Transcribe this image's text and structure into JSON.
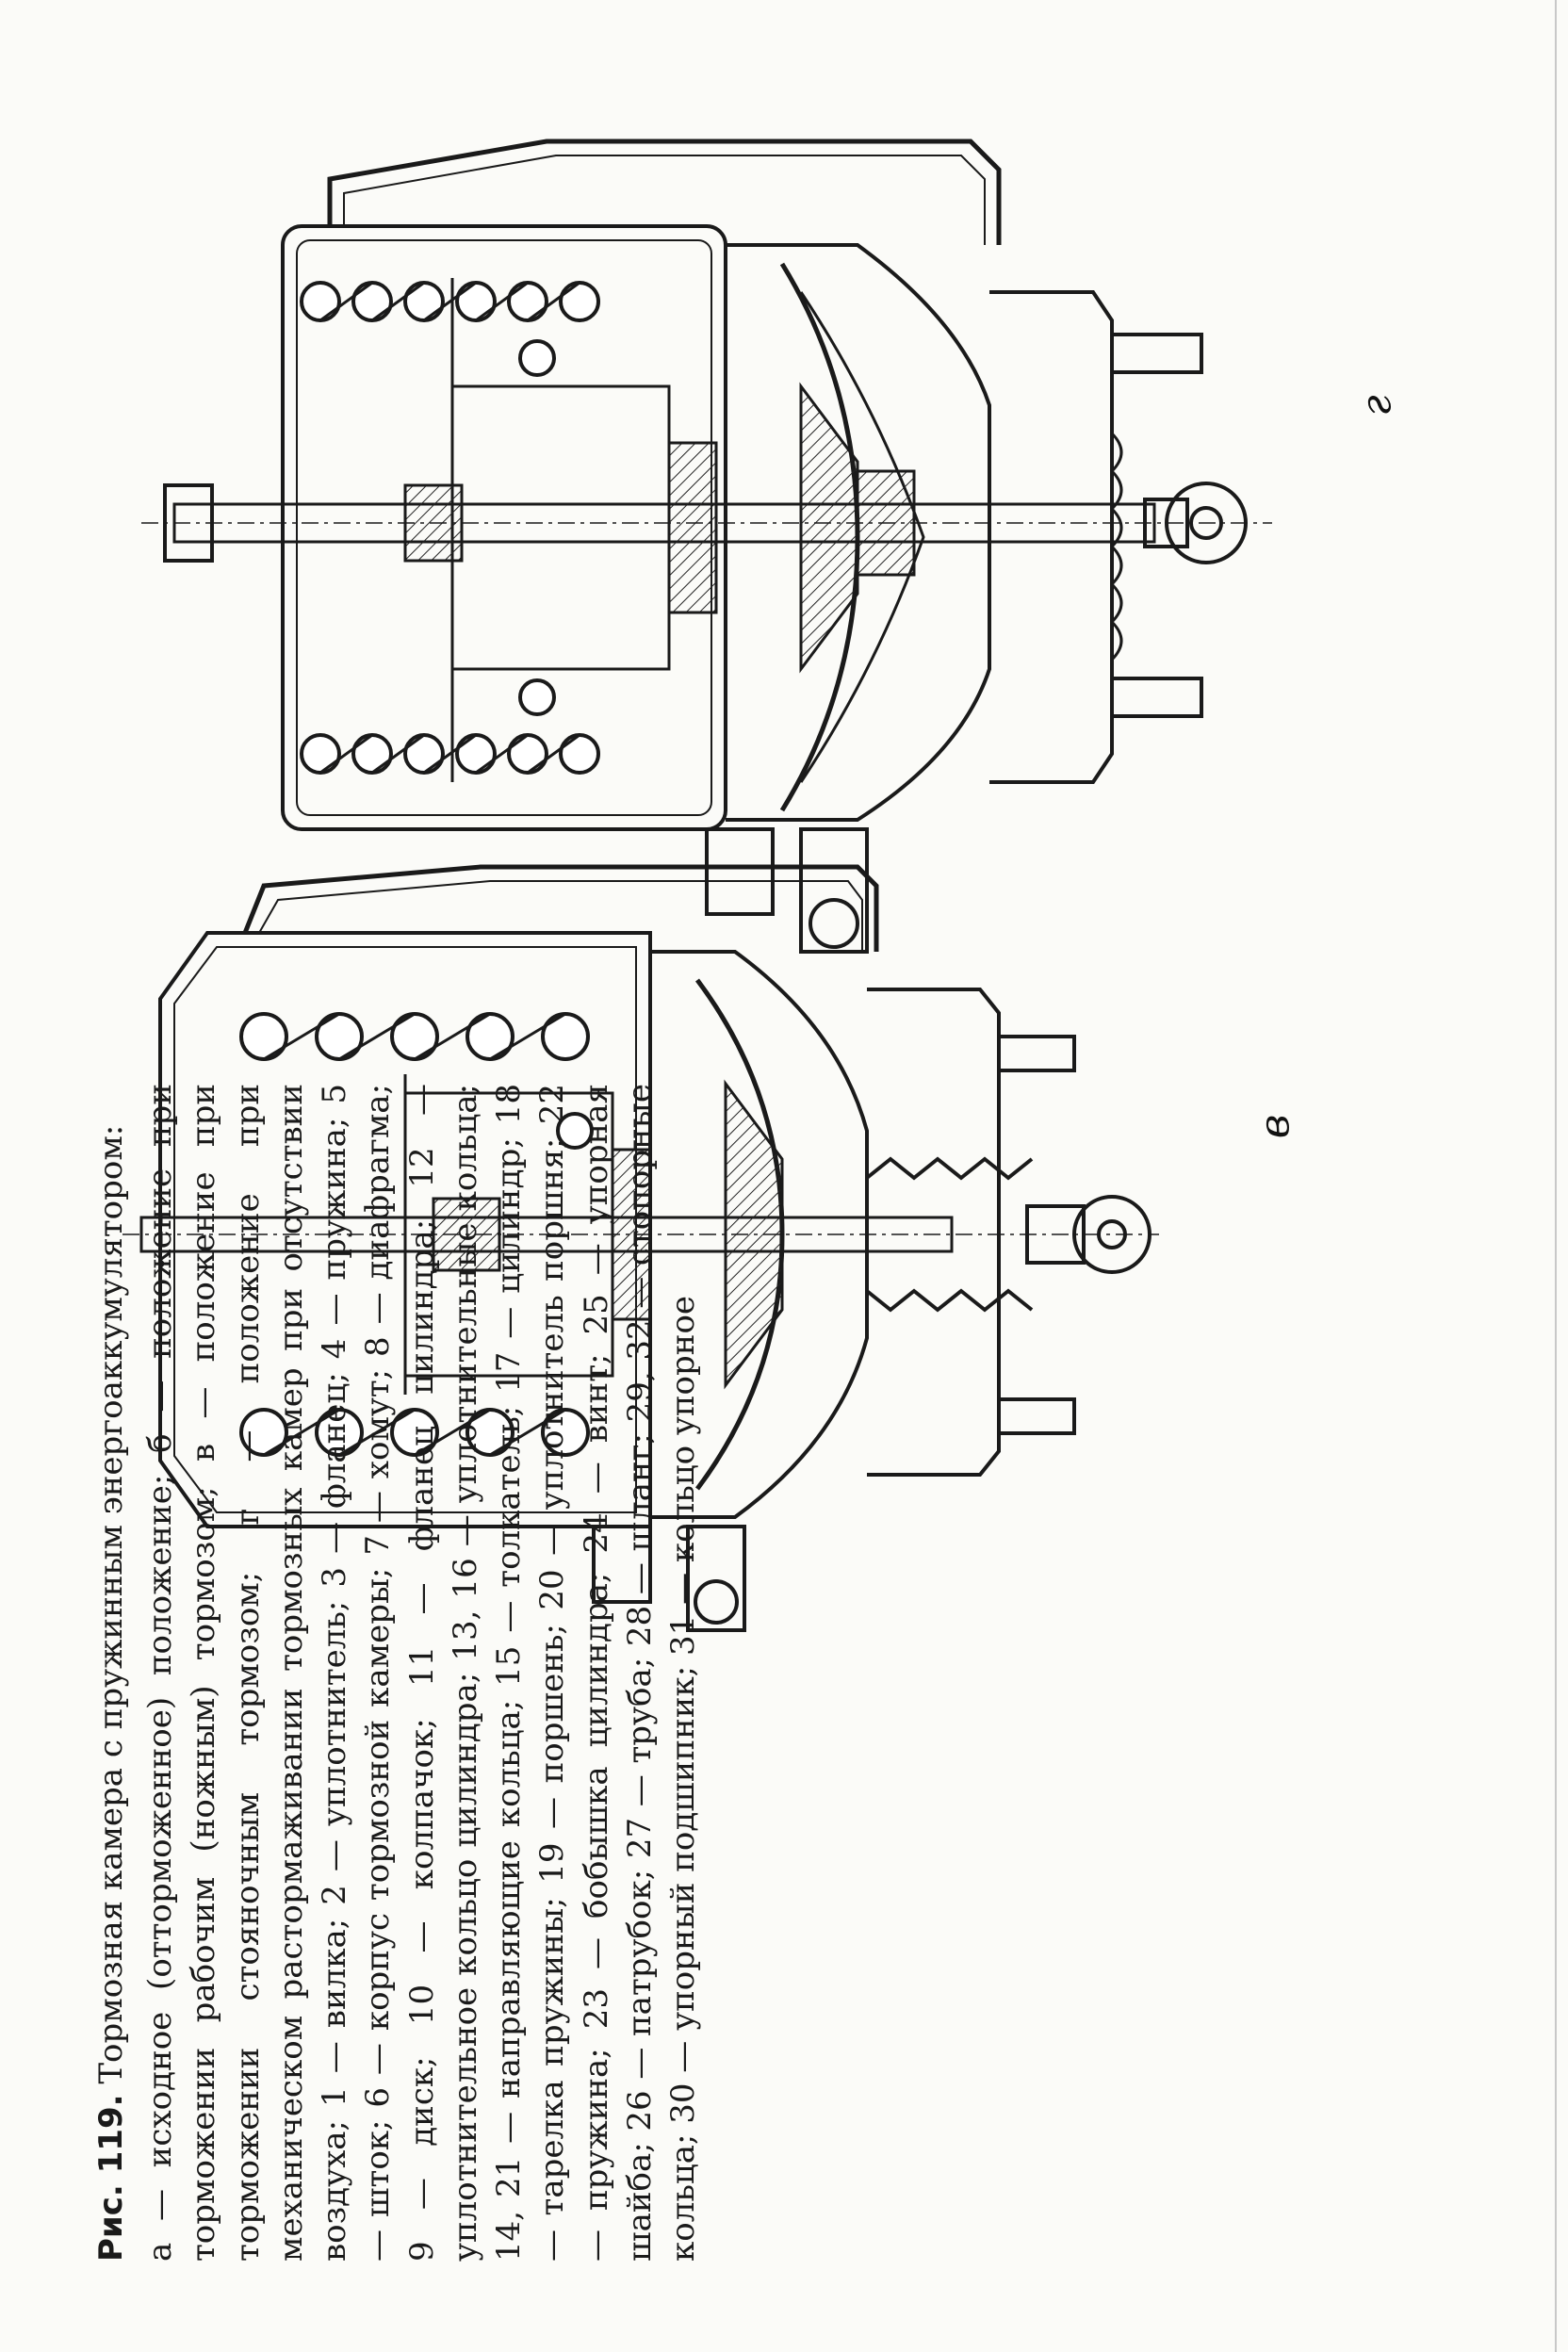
{
  "figure": {
    "label": "Рис. 119.",
    "title": "Тормозная камера с пружинным энергоаккумулятором:",
    "caption_body": "а — исходное (отторможенное) положение; б — положение при торможении рабочим (ножным) тормозом; в — положение при торможении стояночным тормозом; г — положение при механическом растормаживании тормозных камер при отсутствии воздуха; 1 — вилка; 2 — уплотнитель; 3 — фланец; 4 — пружина; 5 — шток; 6 — корпус тормозной камеры; 7 — хомут; 8 — диафрагма; 9 — диск; 10 — колпачок; 11 — фланец цилиндра; 12 — уплотнительное кольцо цилиндра; 13, 16 — уплотнительные кольца; 14, 21 — направляющие кольца; 15 — толкатель; 17 — цилиндр; 18 — тарелка пружины; 19 — поршень; 20 — уплотнитель поршня; 22 — пружина; 23 — бобышка цилиндра; 24 — винт; 25 — упорная шайба; 26 — патрубок; 27 — труба; 28 — шланг; 29, 32 — стопорные кольца; 30 — упорный подшипник; 31 — кольцо упорное"
  },
  "panels": {
    "c_label": "в",
    "d_label": "г"
  },
  "colors": {
    "ink": "#1a1a1a",
    "paper": "#fbfbf8"
  }
}
